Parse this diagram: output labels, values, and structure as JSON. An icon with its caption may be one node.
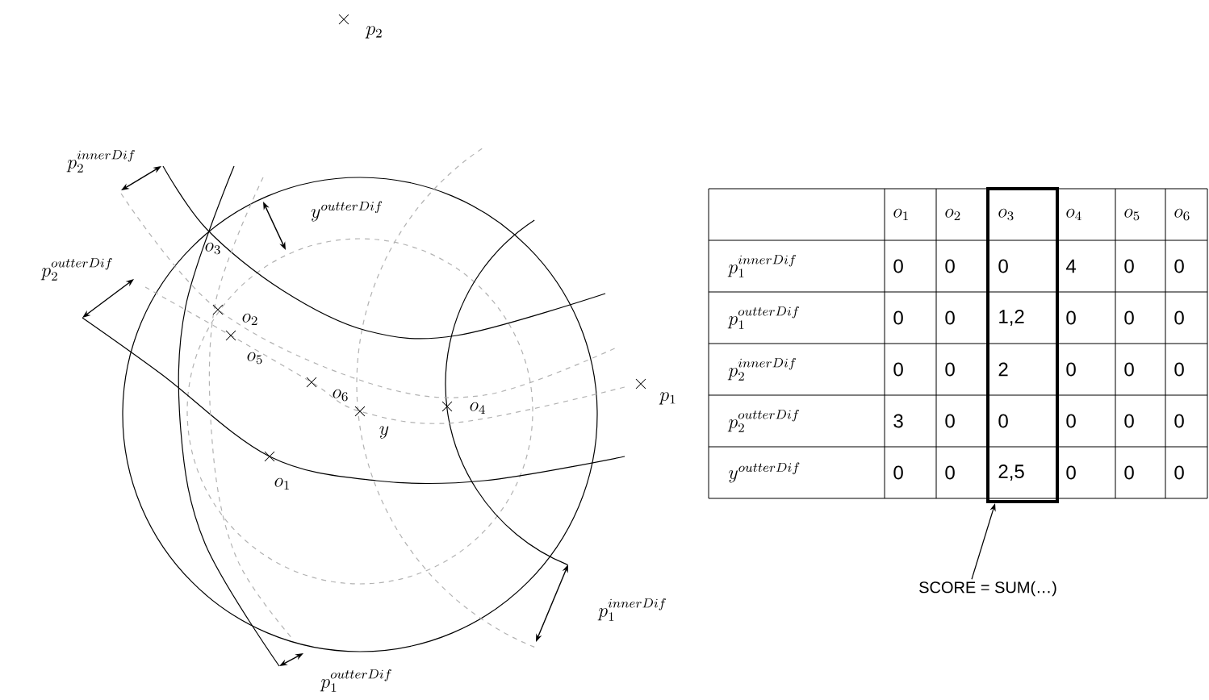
{
  "diagram": {
    "nodes": [
      {
        "text": [
          "SCORE = SUM(…)"
        ]
      },
      {
        "text": [],
        "shape": "box"
      }
    ],
    "edges": [
      {
        "from": 0,
        "to": 1,
        "arrow": "to"
      }
    ],
    "labels": [
      "p_2",
      "p_2^{innerDif}",
      "p_2^{outterDif}",
      "o_3",
      "y^{outterDif}",
      "o_2",
      "o_5",
      "o_6",
      "o_4",
      "p_1",
      "y",
      "o_1",
      "p_1^{innerDif}",
      "p_1^{outterDif}",
      "o_1",
      "o_2",
      "o_3",
      "o_4",
      "o_5",
      "o_6",
      "p_1^{innerDif}",
      "0",
      "0",
      "0",
      "4",
      "0",
      "0",
      "p_1^{outterDif}",
      "0",
      "0",
      "1,2",
      "0",
      "0",
      "0",
      "p_2^{innerDif}",
      "0",
      "0",
      "2",
      "0",
      "0",
      "0",
      "p_2^{outterDif}",
      "3",
      "0",
      "0",
      "0",
      "0",
      "0",
      "y^{outterDif}",
      "0",
      "0",
      "2,5",
      "0",
      "0",
      "0"
    ]
  }
}
